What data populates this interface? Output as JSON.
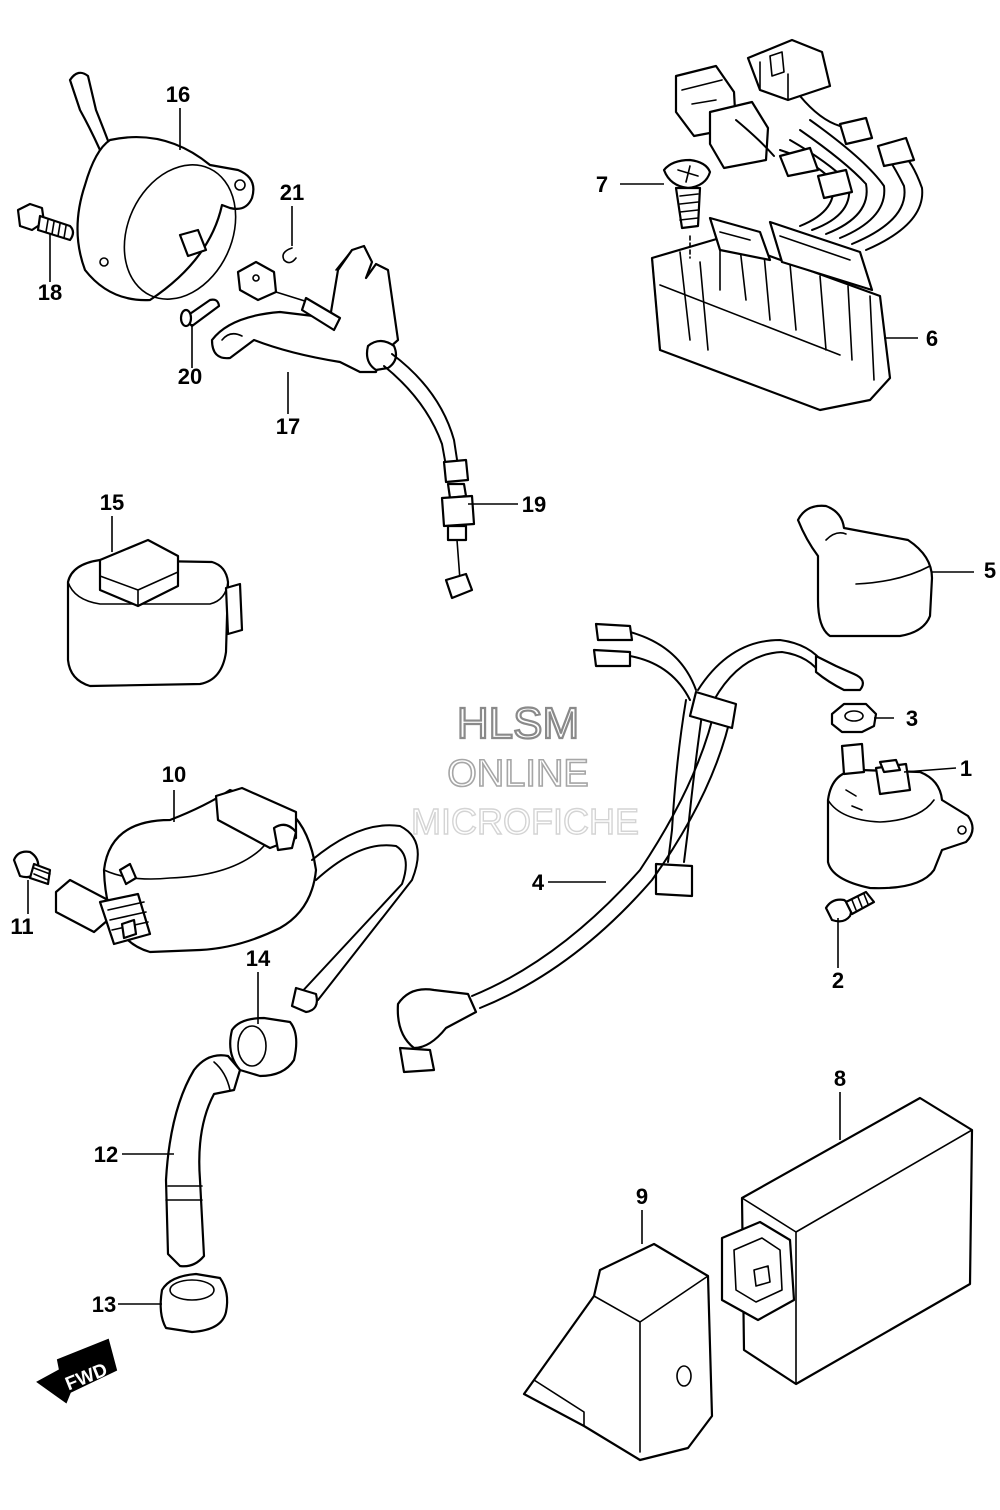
{
  "watermark": {
    "line1": "HLSM",
    "line2": "ONLINE",
    "line3": "MICROFICHE"
  },
  "fwd_label": "FWD",
  "callouts": {
    "c1": "1",
    "c2": "2",
    "c3": "3",
    "c4": "4",
    "c5": "5",
    "c6": "6",
    "c7": "7",
    "c8": "8",
    "c9": "9",
    "c10": "10",
    "c11": "11",
    "c12": "12",
    "c13": "13",
    "c14": "14",
    "c15": "15",
    "c16": "16",
    "c17": "17",
    "c18": "18",
    "c19": "19",
    "c20": "20",
    "c21": "21"
  },
  "colors": {
    "line": "#000000",
    "background": "#ffffff",
    "watermark": "#8a8a8a"
  }
}
